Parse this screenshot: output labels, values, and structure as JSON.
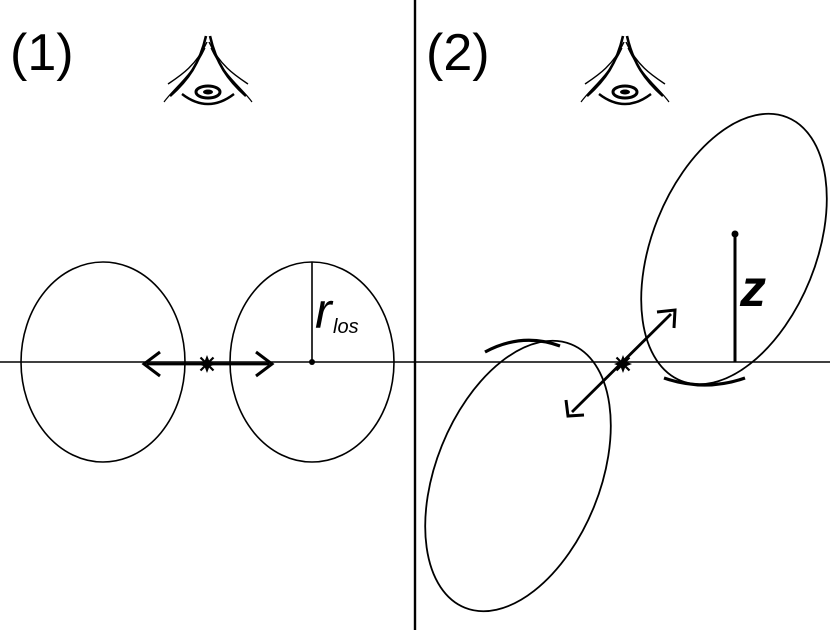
{
  "panels": [
    {
      "label": "(1)",
      "marker_label": "r",
      "marker_subscript": "los"
    },
    {
      "label": "(2)",
      "marker_label": "z"
    }
  ],
  "colors": {
    "stroke": "#000000",
    "background": "#ffffff"
  },
  "icons": [
    "eye-icon",
    "star-icon",
    "double-arrow-icon"
  ]
}
